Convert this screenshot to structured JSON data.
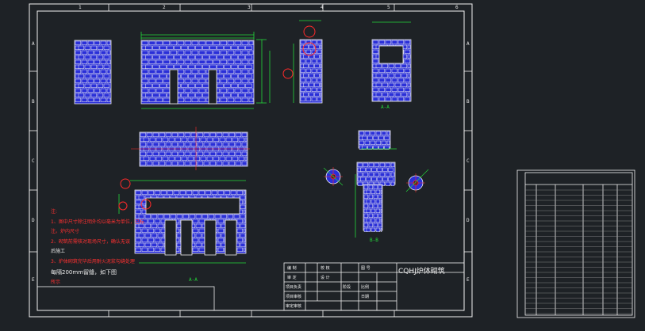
{
  "drawing": {
    "column_labels": [
      "1",
      "2",
      "3",
      "4",
      "5",
      "6"
    ],
    "row_labels": [
      "A",
      "B",
      "C",
      "D",
      "E"
    ],
    "title": "CQHJ炉体砌筑",
    "title_block_cells": [
      "编 制",
      "校 核",
      "审 定",
      "设 计",
      "项目负责",
      "项目审核",
      "审定审核",
      "图 号",
      "阶段",
      "比例",
      "日期"
    ],
    "section_labels": [
      "A-A",
      "B-B",
      "A-A"
    ]
  },
  "notes": {
    "heading": "注:",
    "lines": [
      "1、图中尺寸除注明外均以毫米为单位，已标",
      "注。炉内尺寸",
      "2、砌筑前需核对现场尺寸，确认无误",
      "后施工",
      "3、炉体砌筑完毕后用耐火泥浆勾缝处理",
      "每隔200mm留缝，如下图",
      "所示"
    ]
  },
  "colors": {
    "background": "#1e2226",
    "frame": "#f2f2f2",
    "brick_fill": "#2a2fd8",
    "brick_joint": "#f2f2f2",
    "dimension": "#23d93a",
    "callout": "#ff2a2a",
    "note_text": "#ff3030",
    "hatch_outline": "#e0e0e0"
  }
}
